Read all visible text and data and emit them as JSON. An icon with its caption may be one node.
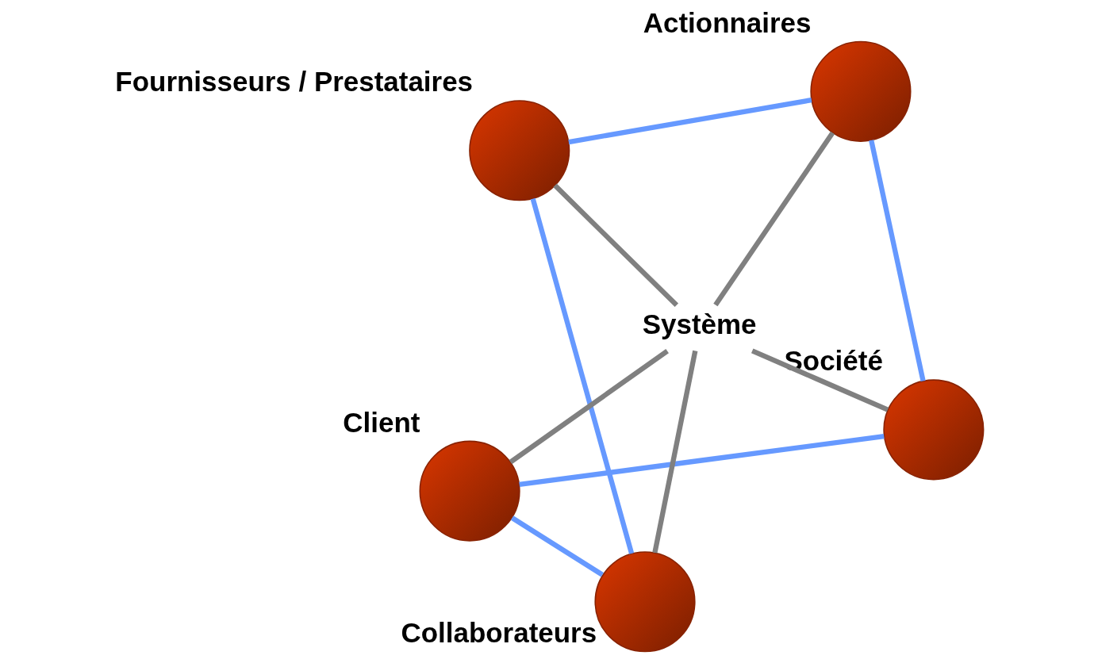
{
  "diagram": {
    "nodes": [
      {
        "text": [
          "Client"
        ]
      },
      {
        "text": [
          "Société"
        ]
      },
      {
        "text": [
          "Collaborateurs"
        ]
      },
      {
        "text": [
          "Système"
        ]
      },
      {
        "text": [
          "Actionnaires"
        ]
      },
      {
        "text": [
          "Fournisseurs / Prestataires"
        ]
      }
    ],
    "edges": [
      {
        "from": 3,
        "to": 0,
        "arrow": "none",
        "color": "#808080"
      },
      {
        "from": 3,
        "to": 1,
        "arrow": "none",
        "color": "#808080"
      },
      {
        "from": 3,
        "to": 2,
        "arrow": "none",
        "color": "#808080"
      },
      {
        "from": 3,
        "to": 4,
        "arrow": "none",
        "color": "#808080"
      },
      {
        "from": 3,
        "to": 5,
        "arrow": "none",
        "color": "#808080"
      },
      {
        "from": 0,
        "to": 2,
        "arrow": "none",
        "color": "#6699ff"
      },
      {
        "from": 2,
        "to": 5,
        "arrow": "none",
        "color": "#6699ff"
      },
      {
        "from": 5,
        "to": 4,
        "arrow": "none",
        "color": "#6699ff"
      },
      {
        "from": 4,
        "to": 1,
        "arrow": "none",
        "color": "#6699ff"
      },
      {
        "from": 1,
        "to": 0,
        "arrow": "none",
        "color": "#6699ff"
      }
    ]
  }
}
